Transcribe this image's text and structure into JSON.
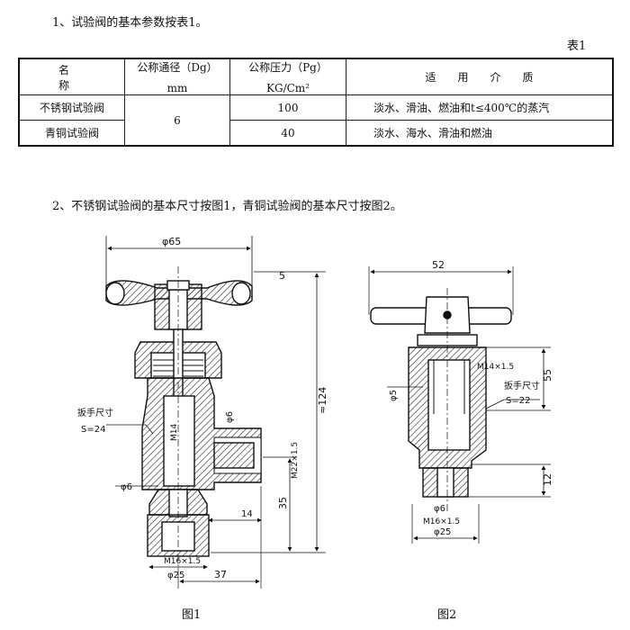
{
  "intro": "1、试验阀的基本参数按表1。",
  "table_label": "表1",
  "table": {
    "col_name": "名　　称",
    "col_dn_top": "公称通径（Dg）",
    "col_dn_unit": "mm",
    "col_pn_top": "公称压力（Pg）",
    "col_pn_unit": "KG/Cm²",
    "col_medium": "适　　用　　介　　质",
    "rows": [
      {
        "name": "不锈钢试验阀",
        "dn": "6",
        "pn": "100",
        "medium": "淡水、滑油、燃油和t≤400℃的蒸汽"
      },
      {
        "name": "青铜试验阀",
        "dn": "6",
        "pn": "40",
        "medium": "淡水、海水、滑油和燃油"
      }
    ]
  },
  "para2": "2、不锈钢试验阀的基本尺寸按图1，青铜试验阀的基本尺寸按图2。",
  "fig1": {
    "caption": "图1",
    "dims": {
      "top_width": "φ65",
      "height": "≈124",
      "wrench": "扳手尺寸",
      "wrench_s": "S=24",
      "phi6_a": "φ6",
      "phi6_b": "φ6",
      "m14": "M14",
      "m22": "M22×1.5",
      "d14": "14",
      "d35": "35",
      "m16": "M16×1.5",
      "phi25": "φ25",
      "d37": "37",
      "d5": "5"
    }
  },
  "fig2": {
    "caption": "图2",
    "dims": {
      "top_width": "52",
      "m14": "M14×1.5",
      "d55": "55",
      "phi5": "φ5",
      "wrench": "扳手尺寸",
      "wrench_s": "S=22",
      "d12": "12",
      "phi6": "φ6",
      "m16": "M16×1.5",
      "phi25": "φ25"
    }
  }
}
